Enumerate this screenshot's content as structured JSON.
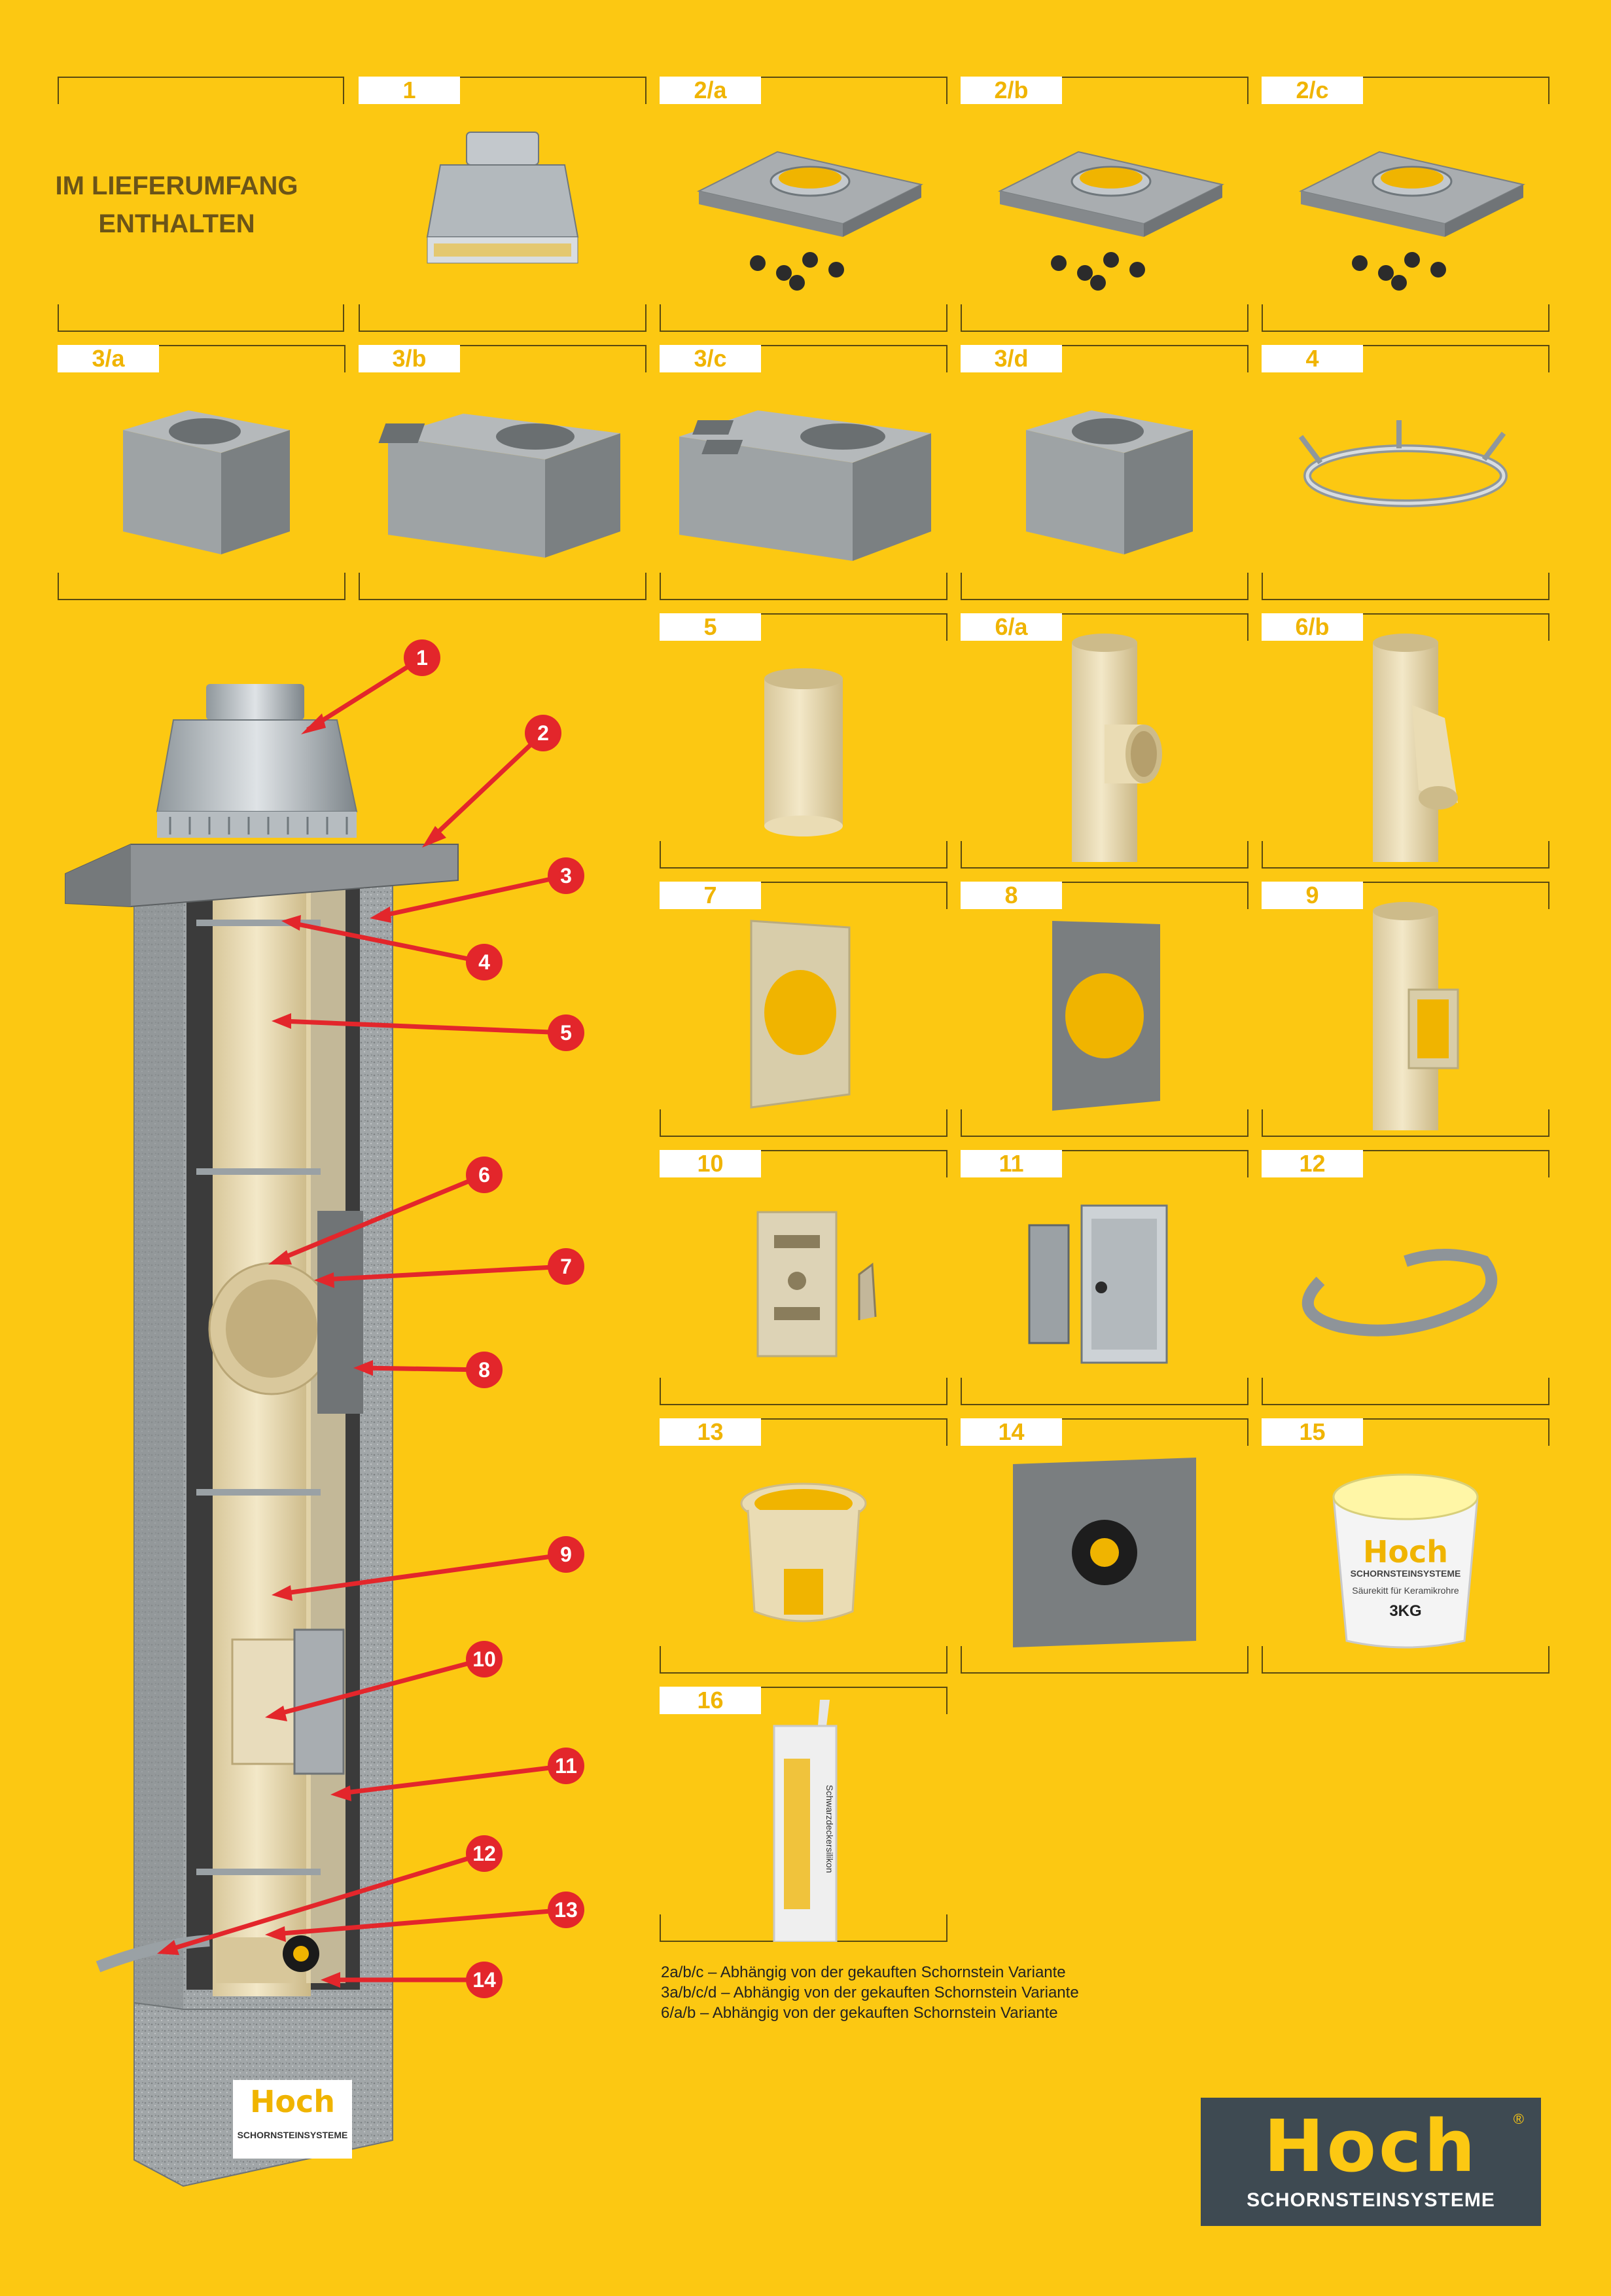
{
  "intro": {
    "line1": "IM LIEFERUMFANG",
    "line2": "ENTHALTEN"
  },
  "parts": [
    {
      "id": "1",
      "name": "rain-cap"
    },
    {
      "id": "2/a",
      "name": "cover-plate-a"
    },
    {
      "id": "2/b",
      "name": "cover-plate-b"
    },
    {
      "id": "2/c",
      "name": "cover-plate-c"
    },
    {
      "id": "3/a",
      "name": "block-a"
    },
    {
      "id": "3/b",
      "name": "block-b"
    },
    {
      "id": "3/c",
      "name": "block-c"
    },
    {
      "id": "3/d",
      "name": "block-d"
    },
    {
      "id": "4",
      "name": "centering-ring"
    },
    {
      "id": "5",
      "name": "ceramic-pipe"
    },
    {
      "id": "6/a",
      "name": "tee-90"
    },
    {
      "id": "6/b",
      "name": "tee-45"
    },
    {
      "id": "7",
      "name": "insulation-plate"
    },
    {
      "id": "8",
      "name": "wall-plate"
    },
    {
      "id": "9",
      "name": "inspection-pipe"
    },
    {
      "id": "10",
      "name": "inspection-insert"
    },
    {
      "id": "11",
      "name": "cleaning-door"
    },
    {
      "id": "12",
      "name": "drain-hose"
    },
    {
      "id": "13",
      "name": "condensate-collector"
    },
    {
      "id": "14",
      "name": "air-plate"
    },
    {
      "id": "15",
      "name": "acid-cement-bucket"
    },
    {
      "id": "16",
      "name": "sealant-cartridge"
    }
  ],
  "callouts": [
    "1",
    "2",
    "3",
    "4",
    "5",
    "6",
    "7",
    "8",
    "9",
    "10",
    "11",
    "12",
    "13",
    "14"
  ],
  "bucket": {
    "brand": "Hoch",
    "sub": "SCHORNSTEINSYSTEME",
    "label": "Säurekitt für Keramikrohre",
    "weight": "3KG"
  },
  "cartridge": {
    "label": "Schwarzdeckersilikon"
  },
  "notes": [
    "2a/b/c – Abhängig von der gekauften Schornstein Variante",
    "3a/b/c/d – Abhängig von der gekauften Schornstein Variante",
    "6/a/b – Abhängig von der gekauften Schornstein Variante"
  ],
  "logo": {
    "word": "Hoch",
    "reg": "®",
    "sub": "SCHORNSTEINSYSTEME"
  },
  "chimney_badge": {
    "word": "Hoch",
    "sub": "SCHORNSTEINSYSTEME"
  },
  "colors": {
    "background": "#fcc812",
    "callout": "#e3262b",
    "logo_bg": "#3e4a52",
    "ceramic": "#eadcb4",
    "concrete": "#9aa0a2"
  }
}
